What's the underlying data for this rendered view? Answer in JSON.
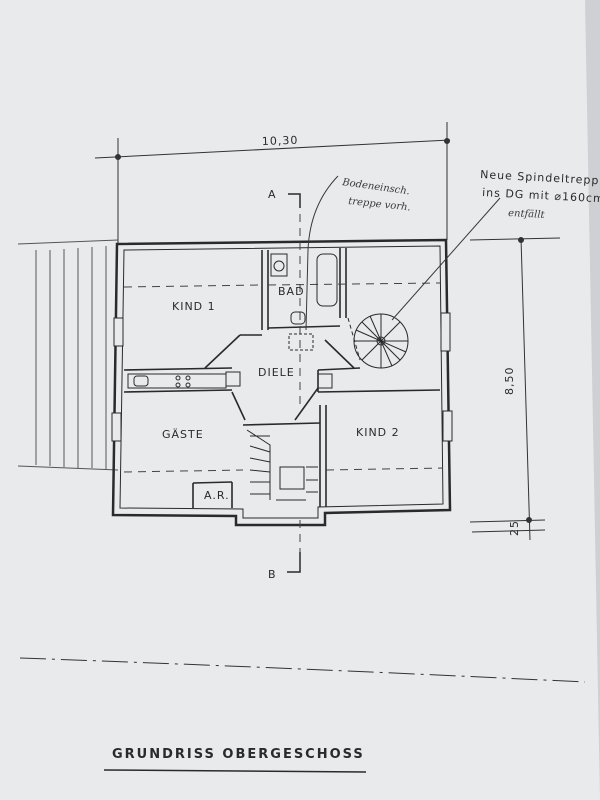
{
  "dimensions": {
    "width_top": "10,30",
    "depth_right": "8,50",
    "small_right": "25"
  },
  "section_markers": {
    "a": "A",
    "b": "B"
  },
  "rooms": {
    "kind1": "KIND 1",
    "bad": "BAD",
    "diele": "DIELE",
    "gaeste": "GÄSTE",
    "kind2": "KIND 2",
    "ar": "A.R."
  },
  "annotations": {
    "hatch_line1": "Bodeneinsch.",
    "hatch_line2": "treppe vorh.",
    "spiral_line1": "Neue Spindeltreppe",
    "spiral_line2": "ins DG mit ⌀160cm",
    "spiral_line3": "entfällt"
  },
  "title": "GRUNDRISS OBERGESCHOSS",
  "colors": {
    "paper": "#e9eaec",
    "ink": "#2a2a2a",
    "background": "#cfd0d4"
  }
}
